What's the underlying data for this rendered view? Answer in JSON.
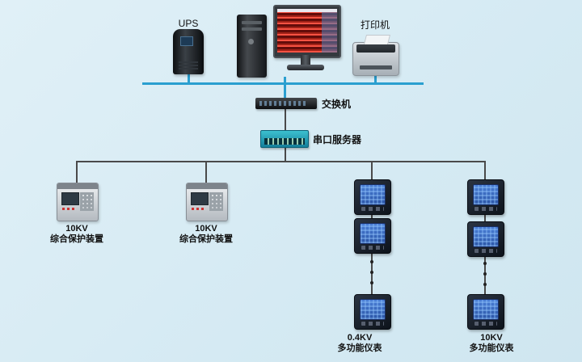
{
  "diagram": {
    "title_hint": "power monitoring system topology",
    "colors": {
      "background": "#d8ecf4",
      "bus_line": "#2a9fd0",
      "wire": "#4a4a4a",
      "meter_screen": "#3f6fd0",
      "serial_server_body": "#1fa0b4"
    },
    "nodes": {
      "ups": {
        "label": "UPS"
      },
      "printer": {
        "label": "打印机"
      },
      "switch": {
        "label": "交换机"
      },
      "serial_server": {
        "label": "串口服务器"
      },
      "protection_left": {
        "voltage": "10KV",
        "name": "综合保护装置"
      },
      "protection_mid": {
        "voltage": "10KV",
        "name": "综合保护装置"
      },
      "meter_col_04kv": {
        "voltage": "0.4KV",
        "name": "多功能仪表"
      },
      "meter_col_10kv": {
        "voltage": "10KV",
        "name": "多功能仪表"
      }
    }
  }
}
